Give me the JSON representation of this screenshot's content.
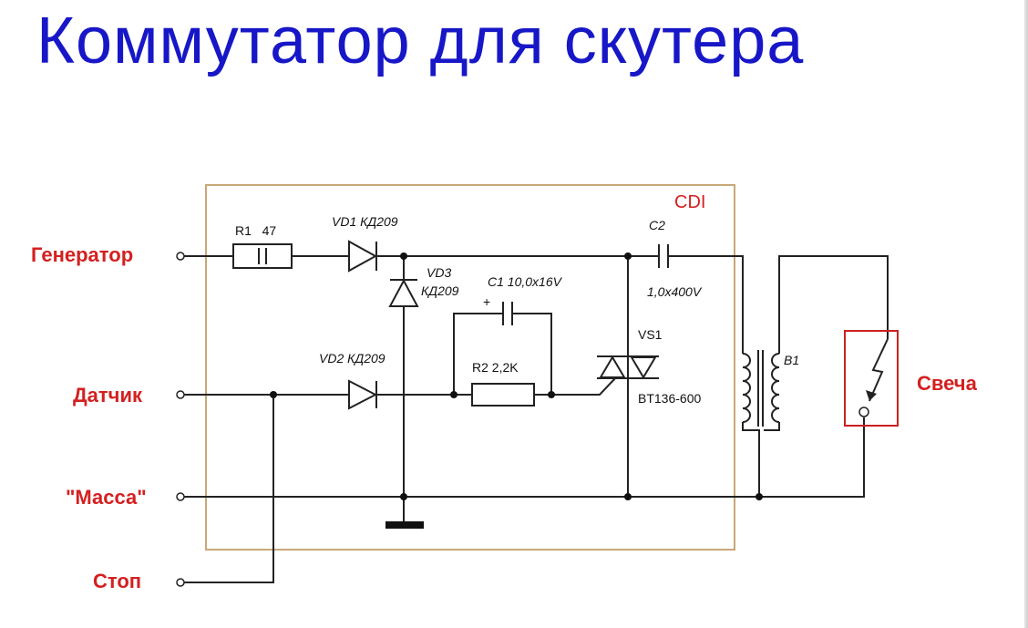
{
  "title": "Коммутатор для скутера",
  "block_label": "CDI",
  "terminals": {
    "generator": "Генератор",
    "sensor": "Датчик",
    "ground": "\"Масса\"",
    "stop": "Стоп"
  },
  "spark_plug": "Свеча",
  "components": {
    "r1": "R1   47",
    "vd1": "VD1 КД209",
    "vd2": "VD2 КД209",
    "vd3_name": "VD3",
    "vd3_type": "КД209",
    "c1": "C1 10,0х16V",
    "c1_polarity": "+",
    "c2_name": "C2",
    "c2_value": "1,0х400V",
    "r2": "R2 2,2K",
    "vs1_name": "VS1",
    "vs1_type": "BT136-600",
    "b1": "B1"
  },
  "colors": {
    "title": "#1717c8",
    "labels": "#d42020",
    "cdi_box": "#c8a878",
    "wire": "#222222",
    "plug_box": "#cc2020"
  }
}
